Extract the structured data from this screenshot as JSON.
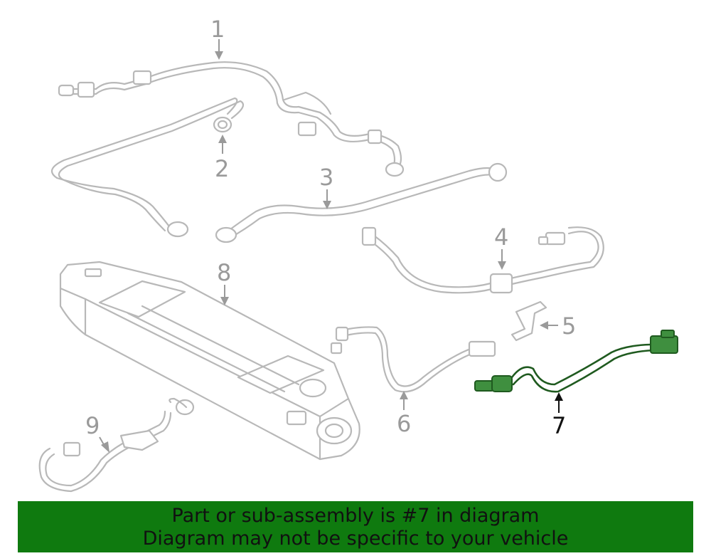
{
  "diagram": {
    "callouts": [
      {
        "number": "1"
      },
      {
        "number": "2"
      },
      {
        "number": "3"
      },
      {
        "number": "4"
      },
      {
        "number": "5"
      },
      {
        "number": "6"
      },
      {
        "number": "7",
        "highlighted": true
      },
      {
        "number": "8"
      },
      {
        "number": "9"
      }
    ],
    "colors": {
      "part_line": "#b8b8b8",
      "highlight_part": "#3f8f3f",
      "banner_background": "#0f7a0f",
      "banner_text": "#111111"
    }
  },
  "banner": {
    "line1": "Part or sub-assembly is #7 in diagram",
    "line2": "Diagram may not be specific to your vehicle"
  }
}
